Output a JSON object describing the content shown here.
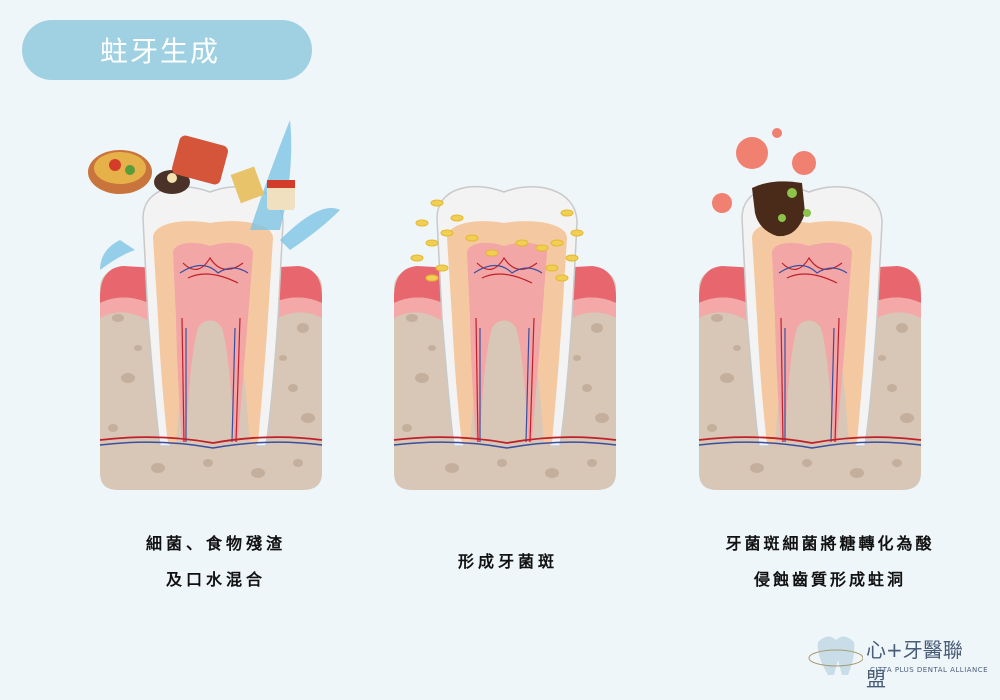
{
  "title": "蛀牙生成",
  "steps": [
    {
      "caption_line1": "細菌、食物殘渣",
      "caption_line2": "及口水混合"
    },
    {
      "caption_line1": "形成牙菌斑",
      "caption_line2": ""
    },
    {
      "caption_line1": "牙菌斑細菌將糖轉化為酸",
      "caption_line2": "侵蝕齒質形成蛀洞"
    }
  ],
  "logo": {
    "name_cn": "心+牙醫聯盟",
    "name_en": "CITTA PLUS DENTAL ALLIANCE"
  },
  "colors": {
    "background": "#eef6fa",
    "title_pill": "#9fd1e2",
    "bone": "#d8c7b6",
    "gum": "#e8676e",
    "dentin": "#f4c9a2",
    "pulp": "#f2a6a6"
  }
}
